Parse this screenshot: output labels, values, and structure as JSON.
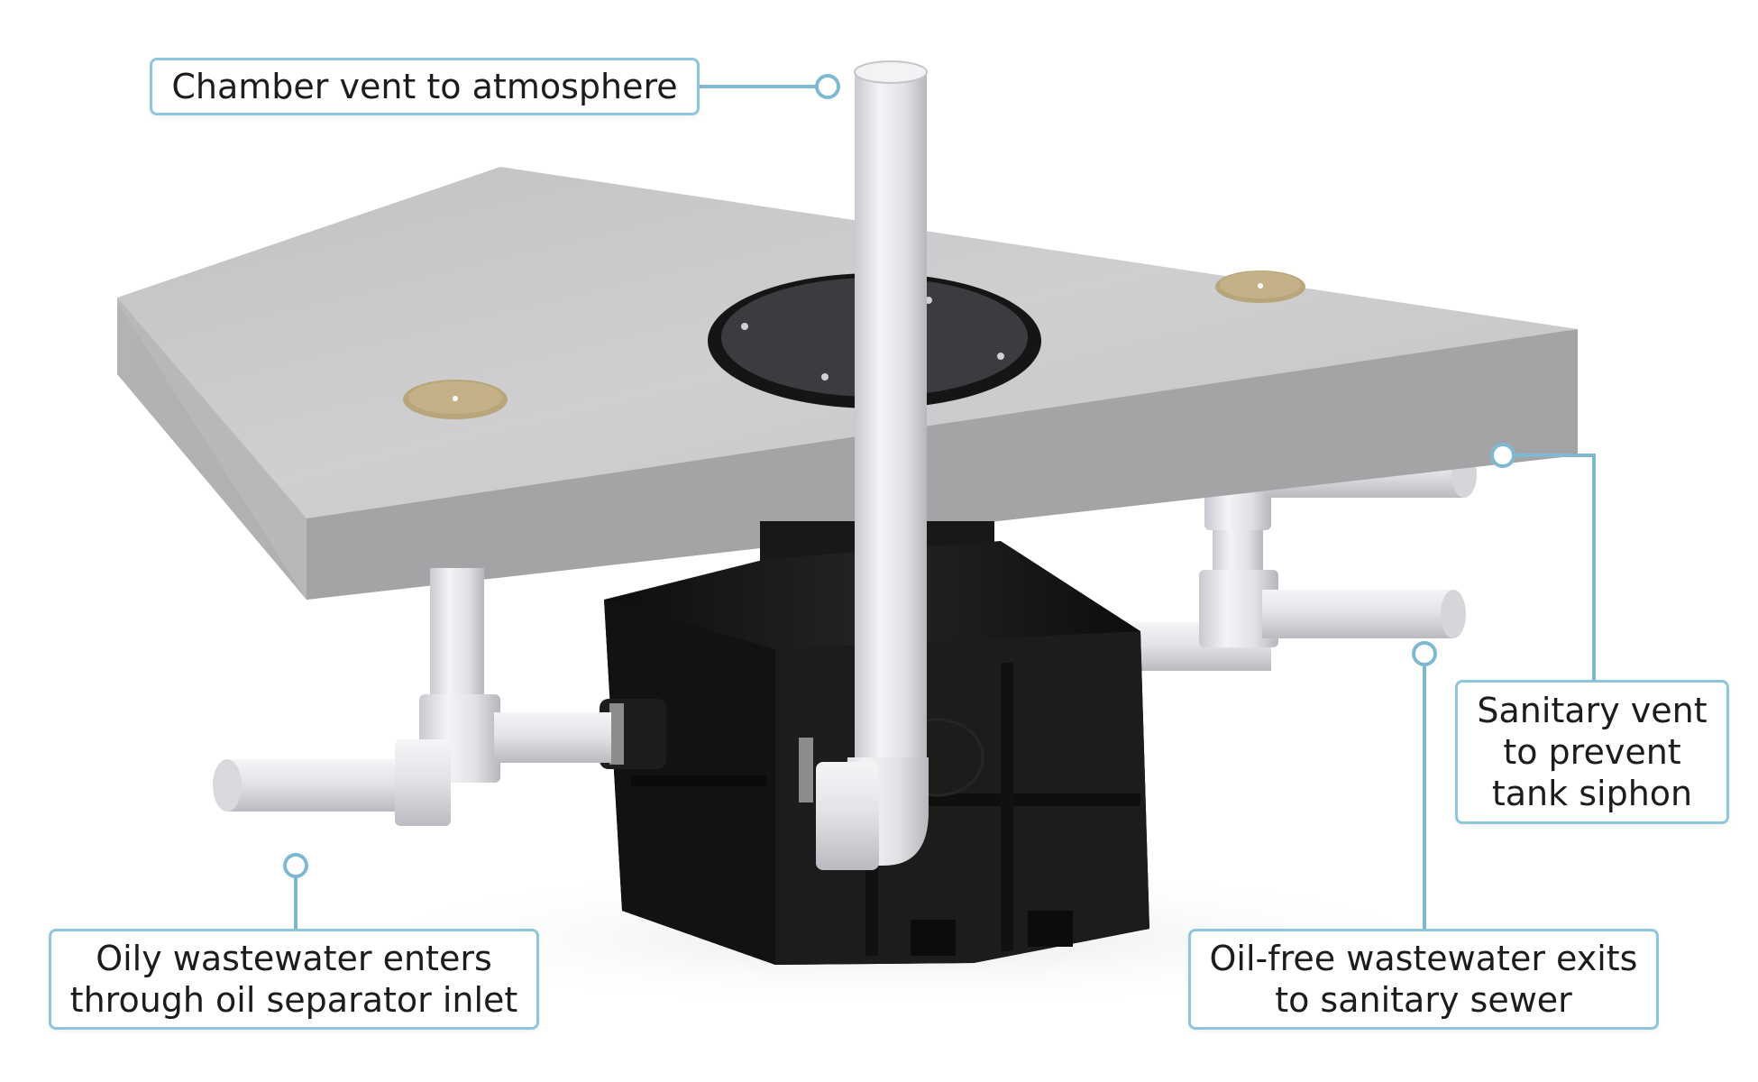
{
  "colors": {
    "callout_border": "#8ec6dc",
    "leader_line": "#7fb9d1",
    "slab_top": "#c9c9cb",
    "slab_side": "#a7a7a9",
    "pvc_pipe": "#e4e5e8",
    "separator_body": "#161616",
    "yellow_ring": "#e8dc1a",
    "cleanout_cap": "#b8a57a",
    "access_cover": "#3a3c3f"
  },
  "callouts": {
    "chamber_vent": {
      "line1": "Chamber vent to atmosphere"
    },
    "sanitary_vent": {
      "line1": "Sanitary vent",
      "line2": "to prevent",
      "line3": "tank siphon"
    },
    "inlet": {
      "line1": "Oily wastewater enters",
      "line2": "through oil separator inlet"
    },
    "outlet": {
      "line1": "Oil-free wastewater exits",
      "line2": "to sanitary sewer"
    }
  },
  "icons": [
    "leader-endpoint-icon"
  ]
}
